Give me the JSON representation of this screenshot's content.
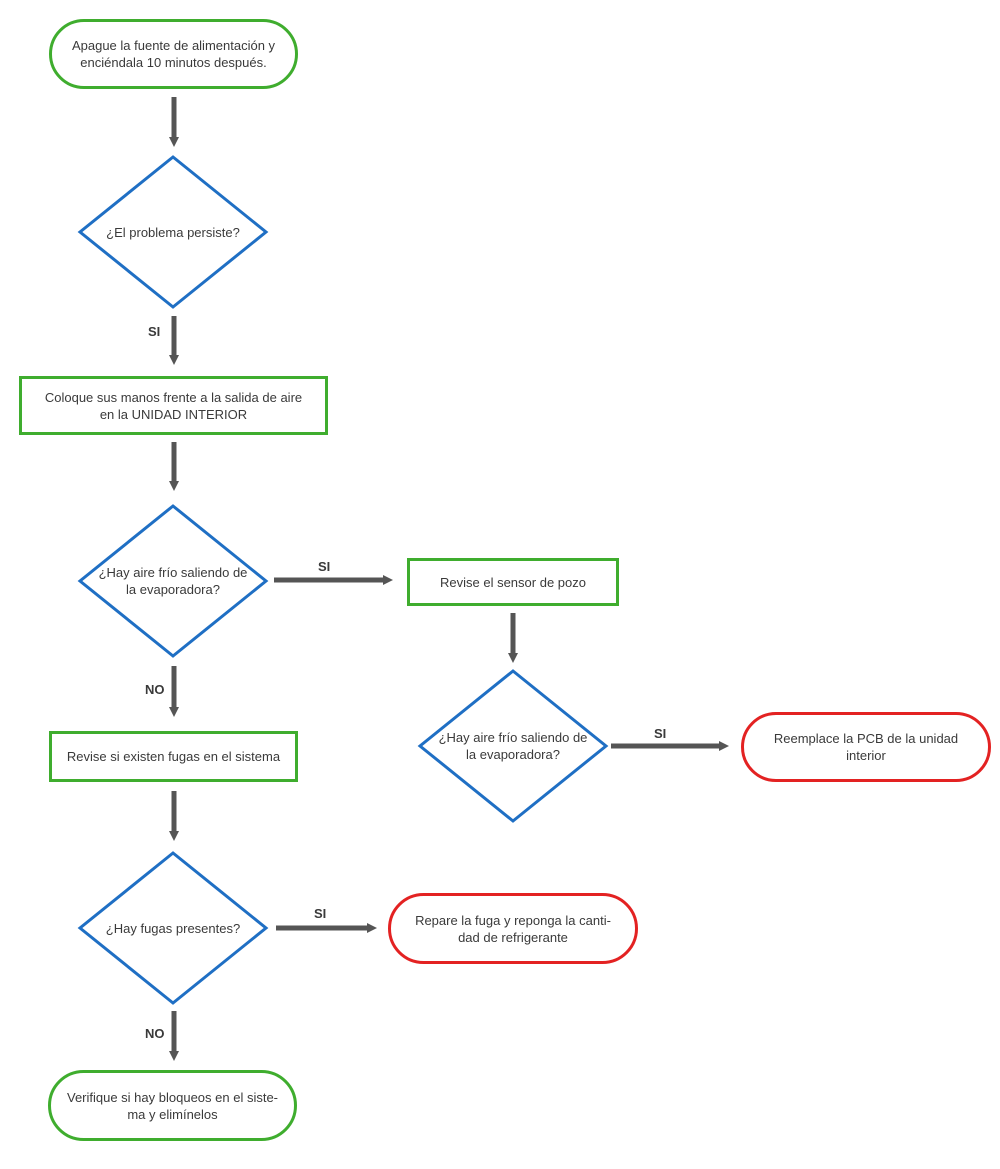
{
  "nodes": {
    "start": "Apague la fuente de alimentación y enciéndala 10 minutos después.",
    "q_persiste": "¿El problema persiste?",
    "manos": "Coloque sus manos frente a la salida de aire en la UNIDAD INTERIOR",
    "q_aire1": "¿Hay aire frío saliendo de la evaporadora?",
    "sensor": "Revise el sensor de pozo",
    "q_aire2": "¿Hay aire frío saliendo de la evaporadora?",
    "pcb": "Reemplace la PCB de la unidad interior",
    "fugas": "Revise si existen fugas en el sistema",
    "q_fugas": "¿Hay fugas presentes?",
    "repare": "Repare la fuga y reponga la canti-dad de refrigerante",
    "bloqueos": "Verifique si hay bloqueos en el siste-ma y elimínelos"
  },
  "labels": {
    "si_1": "SI",
    "si_2": "SI",
    "no_1": "NO",
    "si_3": "SI",
    "si_4": "SI",
    "no_2": "NO"
  },
  "colors": {
    "terminal_green": "#3fad2e",
    "terminal_red": "#e32222",
    "decision_blue": "#1f6fc4",
    "arrow": "#555555"
  }
}
